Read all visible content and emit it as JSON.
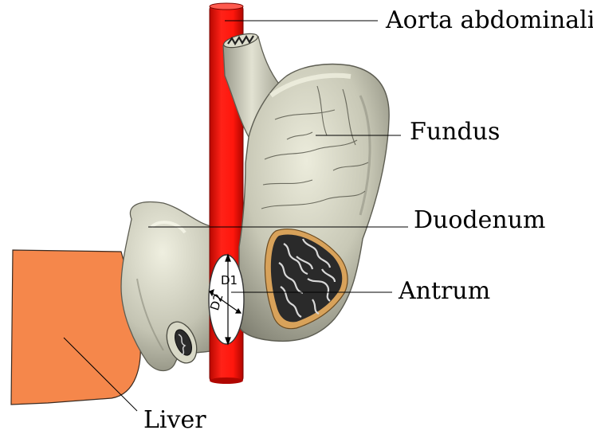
{
  "labels": {
    "aorta": "Aorta abdominalis",
    "fundus": "Fundus",
    "duodenum": "Duodenum",
    "antrum": "Antrum",
    "liver": "Liver"
  },
  "diameters": {
    "d1": "D1",
    "d2": "D2"
  },
  "colors": {
    "aorta": "#ff1a14",
    "liver": "#f5874b",
    "stomach": "#c9c9b8",
    "stomach_light": "#e6e6d6",
    "stomach_shadow": "#8f8f80",
    "mucosa": "#2a2a2a",
    "rim": "#d8a25a"
  }
}
